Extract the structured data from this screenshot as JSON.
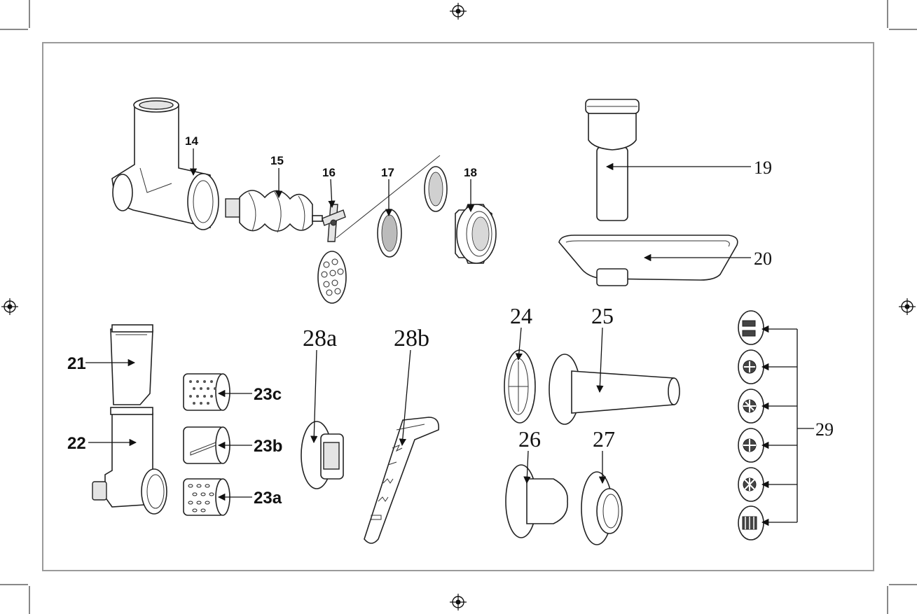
{
  "labels": {
    "p14": "14",
    "p15": "15",
    "p16": "16",
    "p17": "17",
    "p18": "18",
    "p19": "19",
    "p20": "20",
    "p21": "21",
    "p22": "22",
    "p23a": "23a",
    "p23b": "23b",
    "p23c": "23c",
    "p24": "24",
    "p25": "25",
    "p26": "26",
    "p27": "27",
    "p28a": "28a",
    "p28b": "28b",
    "p29": "29"
  }
}
